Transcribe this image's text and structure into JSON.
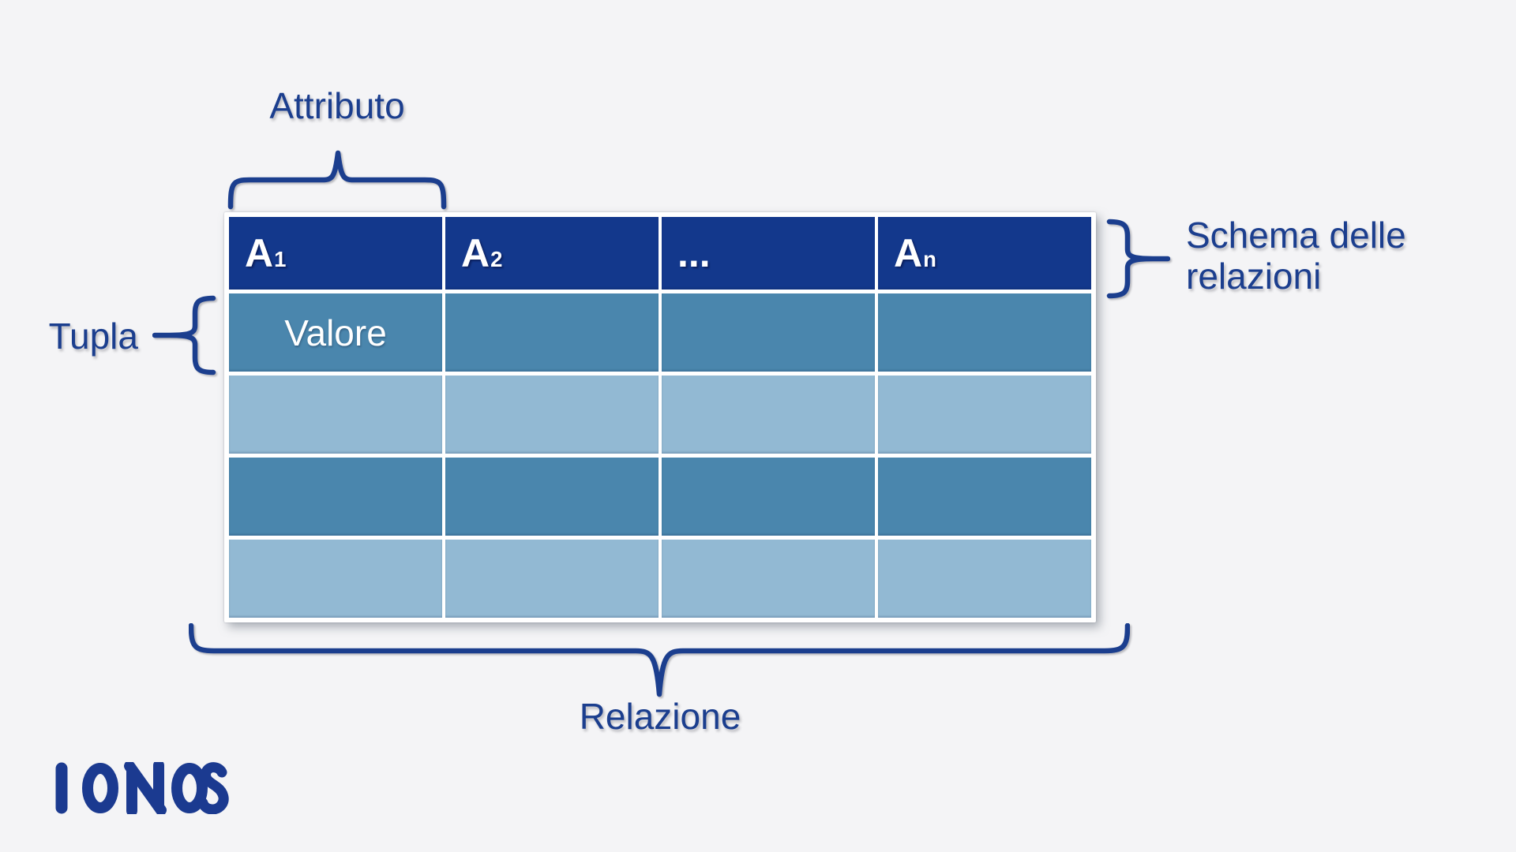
{
  "colors": {
    "background": "#f4f4f6",
    "accent": "#1b3e8e",
    "table_header_bg": "#13388c",
    "row_medium_blue": "#4a86ad",
    "row_light_blue": "#92b9d3",
    "table_frame": "#ffffff",
    "cell_text": "#ffffff"
  },
  "labels": {
    "attribute": "Attributo",
    "tuple": "Tupla",
    "schema": "Schema delle relazioni",
    "relation": "Relazione"
  },
  "table": {
    "columns": [
      {
        "base": "A",
        "sub": "1"
      },
      {
        "base": "A",
        "sub": "2"
      },
      {
        "base": "...",
        "sub": ""
      },
      {
        "base": "A",
        "sub": "n"
      }
    ],
    "rows": [
      [
        "Valore",
        "",
        "",
        ""
      ],
      [
        "",
        "",
        "",
        ""
      ],
      [
        "",
        "",
        "",
        ""
      ],
      [
        "",
        "",
        "",
        ""
      ]
    ]
  },
  "logo": {
    "brand": "IONOS"
  }
}
